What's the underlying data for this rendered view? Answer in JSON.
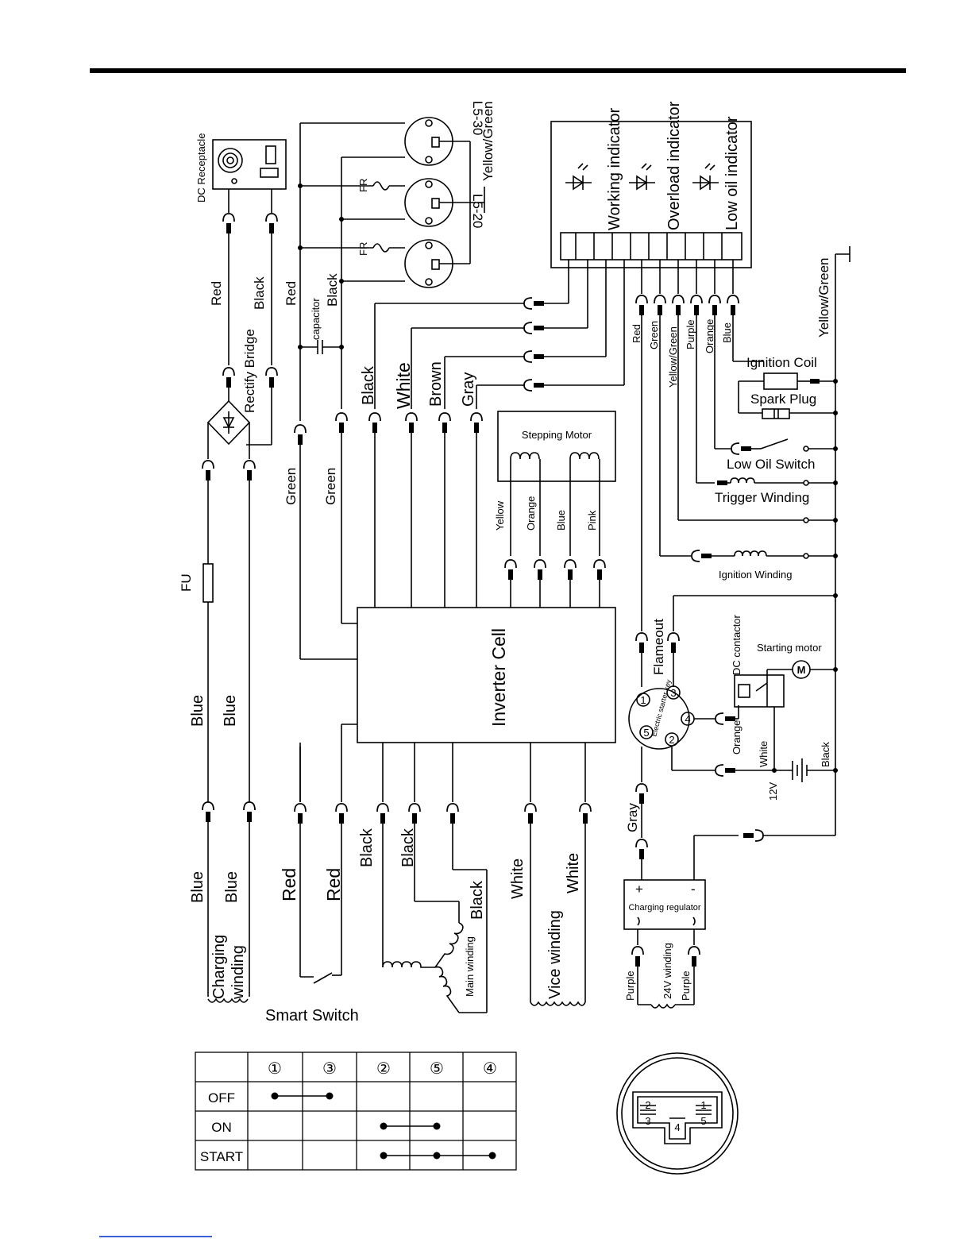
{
  "labels": {
    "dc_receptacle": "DC Receptacle",
    "l5_30": "L5-30",
    "l5_20": "L5-20",
    "fr1": "FR",
    "fr2": "FR",
    "yellow_green_top": "Yellow/Green",
    "working_indicator": "Working indicator",
    "overload_indicator": "Overload indicator",
    "low_oil_indicator": "Low oil indicator",
    "red_1": "Red",
    "black_1": "Black",
    "red_2": "Red",
    "capacitor": "capacitor",
    "black_2": "Black",
    "rectify_bridge": "Rectify Bridge",
    "black_3": "Black",
    "white_1": "White",
    "brown": "Brown",
    "gray_1": "Gray",
    "green_1": "Green",
    "green_2": "Green",
    "stepping_motor": "Stepping Motor",
    "yellow": "Yellow",
    "orange_1": "Orange",
    "blue_sm": "Blue",
    "pink": "Pink",
    "fu": "FU",
    "red_ind": "Red",
    "green_ind": "Green",
    "yellow_green_ind": "Yellow/Green",
    "purple_ind": "Purple",
    "orange_ind": "Orange",
    "blue_ind": "Blue",
    "yellow_green_right": "Yellow/Green",
    "ignition_coil": "Ignition Coil",
    "spark_plug": "Spark Plug",
    "low_oil_switch": "Low Oil Switch",
    "trigger_winding": "Trigger Winding",
    "ignition_winding": "Ignition Winding",
    "inverter_cell": "Inverter Cell",
    "flameout": "Flameout",
    "dc_contactor": "DC contactor",
    "starting_motor": "Starting motor",
    "motor_symbol": "M",
    "electric_starter_key": "Electric starter key",
    "orange_2": "Orange",
    "white_key": "White",
    "black_batt": "Black",
    "v12": "12V",
    "blue_1": "Blue",
    "blue_2": "Blue",
    "blue_3": "Blue",
    "blue_4": "Blue",
    "gray_2": "Gray",
    "red_3": "Red",
    "red_4": "Red",
    "black_4": "Black",
    "black_5": "Black",
    "black_6": "Black",
    "white_2": "White",
    "white_3": "White",
    "charging_winding_1": "Charging",
    "charging_winding_2": "winding",
    "main_winding": "Main winding",
    "vice_winding": "Vice winding",
    "charging_regulator": "Charging regulator",
    "plus": "+",
    "minus": "-",
    "purple_1": "Purple",
    "winding_24v": "24V winding",
    "purple_2": "Purple",
    "smart_switch": "Smart Switch"
  },
  "key_pins": [
    "1",
    "2",
    "3",
    "4",
    "5"
  ],
  "switch_table": {
    "columns": [
      "①",
      "③",
      "②",
      "⑤",
      "④"
    ],
    "rows": [
      "OFF",
      "ON",
      "START"
    ]
  },
  "connector_pins": [
    "2",
    "3",
    "4",
    "1",
    "5"
  ]
}
